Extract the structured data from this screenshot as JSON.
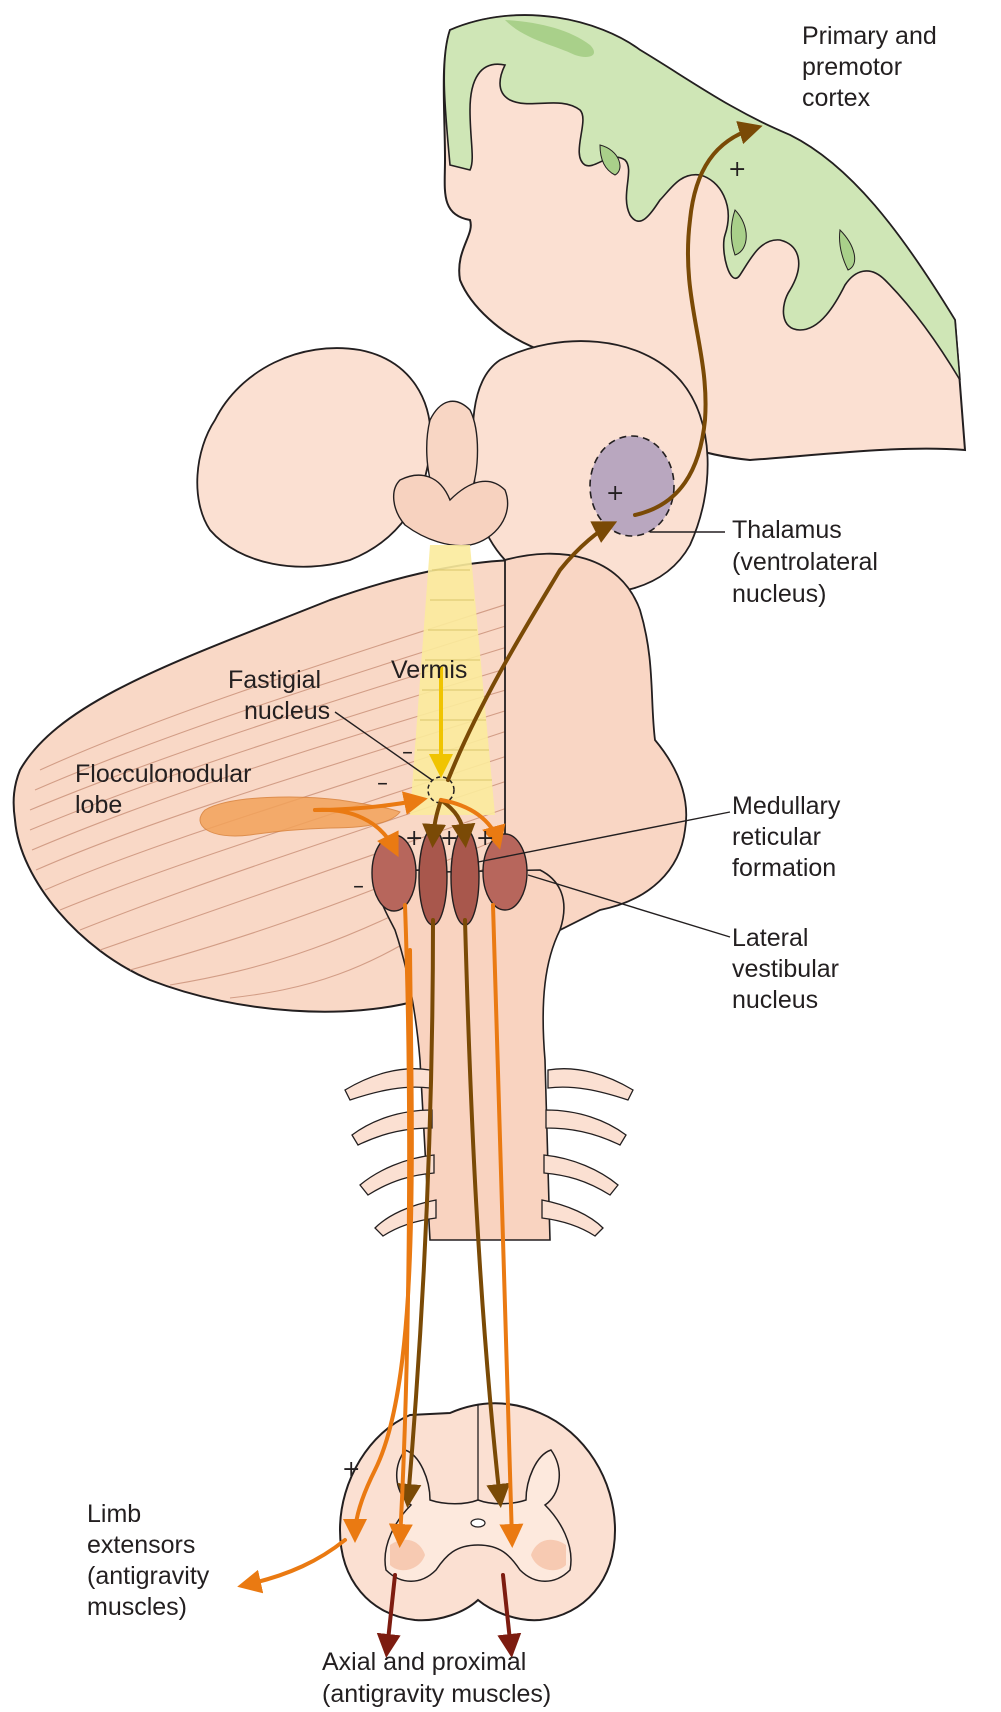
{
  "labels": {
    "cortex": [
      "Primary and",
      "premotor",
      "cortex"
    ],
    "thalamus": [
      "Thalamus",
      "(ventrolateral",
      "nucleus)"
    ],
    "vermis": [
      "Vermis"
    ],
    "fastigial": [
      "Fastigial",
      "nucleus"
    ],
    "flocculonodular": [
      "Flocculonodular",
      "lobe"
    ],
    "reticular": [
      "Medullary",
      "reticular",
      "formation"
    ],
    "vestibular": [
      "Lateral",
      "vestibular",
      "nucleus"
    ],
    "limb": [
      "Limb",
      "extensors",
      "(antigravity",
      "muscles)"
    ],
    "axial": [
      "Axial and proximal",
      "(antigravity muscles)"
    ]
  },
  "signs": {
    "plus": "+",
    "minus": "–"
  },
  "colors": {
    "tissue": "#fbe0d2",
    "tissue_dark": "#f4c5ae",
    "outline": "#231f20",
    "cortex_green": "#cfe6b6",
    "cortex_green_dark": "#a9d08a",
    "thalamus": "#b9a7bf",
    "vermis": "#fbeb9c",
    "flocculus": "#f2a25a",
    "nucleus": "#b7665c",
    "pathway_brown": "#7a4a06",
    "pathway_orange": "#ea7a12",
    "pathway_red": "#7d1c10"
  }
}
